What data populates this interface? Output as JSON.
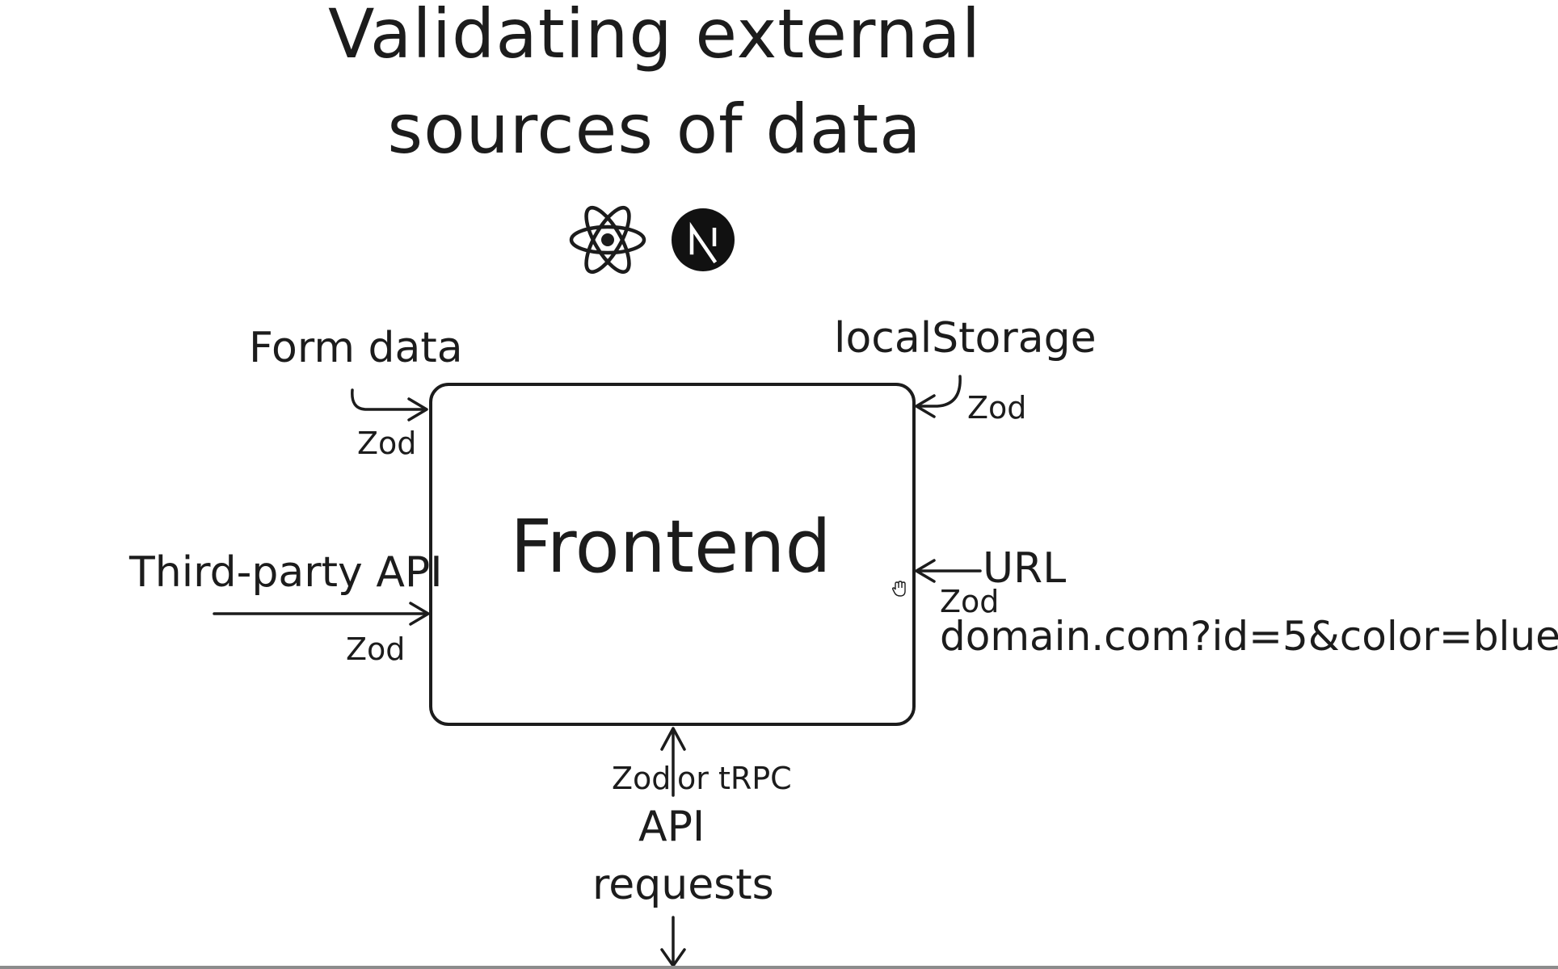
{
  "title": {
    "line1": "Validating external",
    "line2": "sources of data"
  },
  "logos": {
    "react": "react-logo-icon",
    "nextjs": "nextjs-logo-icon",
    "nextjs_letter": "N"
  },
  "box": {
    "label": "Frontend"
  },
  "sources": {
    "form_data": {
      "label": "Form data",
      "validator": "Zod"
    },
    "local_storage": {
      "label": "localStorage",
      "validator": "Zod"
    },
    "third_party_api": {
      "label": "Third-party API",
      "validator": "Zod"
    },
    "url": {
      "label": "URL",
      "validator": "Zod",
      "example": "domain.com?id=5&color=blue"
    },
    "api_requests": {
      "label_line1": "API",
      "label_line2": "requests",
      "validator_a": "Zod",
      "validator_b": "or tRPC"
    }
  },
  "colors": {
    "ink": "#1c1c1c",
    "background": "#ffffff"
  }
}
